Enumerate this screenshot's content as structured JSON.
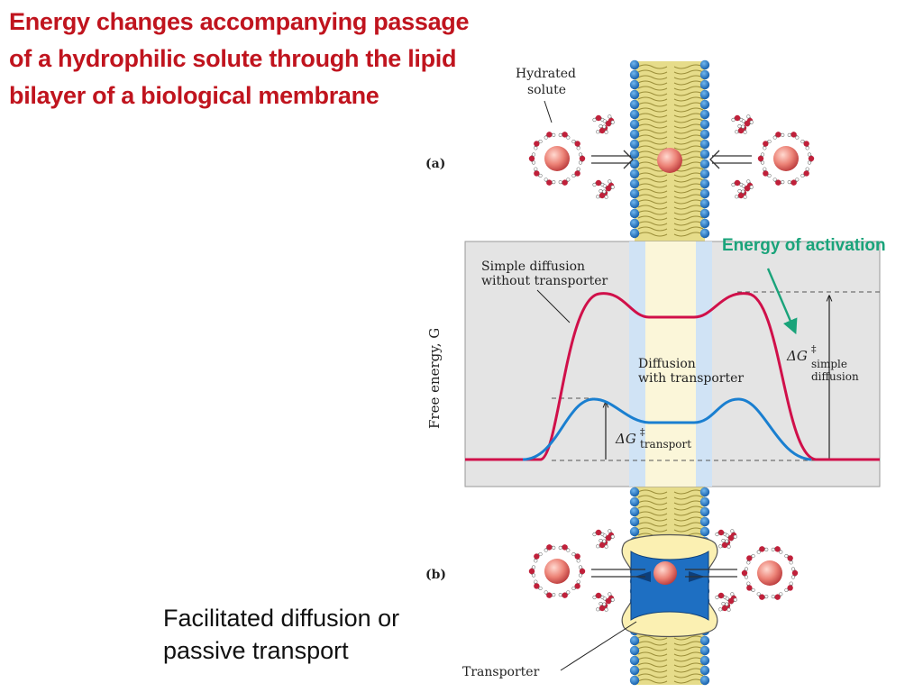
{
  "title": {
    "lines": [
      "Energy changes accompanying passage",
      "of a hydrophilic solute through the lipid",
      "bilayer of a biological membrane"
    ]
  },
  "caption": {
    "lines": [
      "Facilitated diffusion or",
      "passive transport"
    ]
  },
  "figure": {
    "panel_a": "(a)",
    "panel_b": "(b)",
    "hydrated_solute": [
      "Hydrated",
      "solute"
    ],
    "simple_diffusion": [
      "Simple diffusion",
      "without transporter"
    ],
    "with_transporter": [
      "Diffusion",
      "with transporter"
    ],
    "y_axis": "Free energy, G",
    "energy_of_activation": "Energy of activation",
    "delta_g_symbol": "ΔG",
    "double_dagger": "‡",
    "transport_sub": "transport",
    "simple_sub": "simple",
    "diffusion_sub": "diffusion",
    "transporter": "Transporter",
    "colors": {
      "title": "#c0141e",
      "simple_curve": "#d0104a",
      "transporter_curve": "#1a7fd0",
      "activation_arrow": "#1aa37a",
      "transporter_channel": "#1e6fc2",
      "headgroup": "#1a6fb8",
      "solute": "#e06e6e"
    }
  }
}
